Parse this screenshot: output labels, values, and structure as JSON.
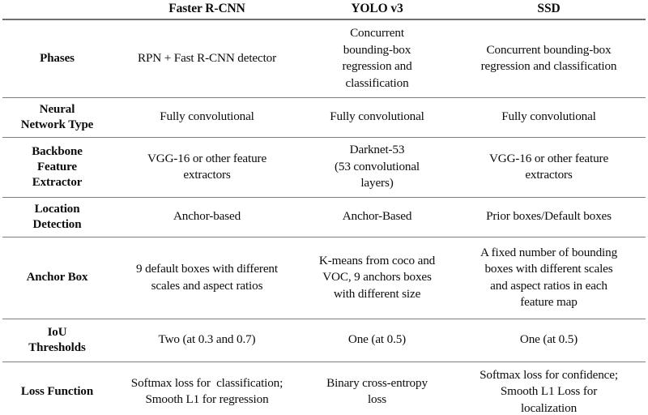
{
  "table": {
    "columns": [
      {
        "key": "label",
        "header": ""
      },
      {
        "key": "frcnn",
        "header": "Faster R-CNN"
      },
      {
        "key": "yolo",
        "header": "YOLO v3"
      },
      {
        "key": "ssd",
        "header": "SSD"
      }
    ],
    "rows": [
      {
        "id": "phases",
        "label": "Phases",
        "frcnn": [
          "RPN + Fast R-CNN detector"
        ],
        "yolo": [
          "Concurrent",
          "bounding-box",
          "regression and",
          "classification"
        ],
        "ssd": [
          "Concurrent bounding-box",
          "regression and classification"
        ]
      },
      {
        "id": "nn-type",
        "label": "Neural\nNetwork Type",
        "label_lines": [
          "Neural",
          "Network Type"
        ],
        "frcnn": [
          "Fully convolutional"
        ],
        "yolo": [
          "Fully convolutional"
        ],
        "ssd": [
          "Fully convolutional"
        ]
      },
      {
        "id": "backbone",
        "label": "Backbone\nFeature\nExtractor",
        "label_lines": [
          "Backbone",
          "Feature",
          "Extractor"
        ],
        "frcnn": [
          "VGG-16 or other feature",
          "extractors"
        ],
        "yolo": [
          "Darknet-53",
          "(53 convolutional",
          "layers)"
        ],
        "ssd": [
          "VGG-16 or other feature",
          "extractors"
        ]
      },
      {
        "id": "location",
        "label": "Location\nDetection",
        "label_lines": [
          "Location",
          "Detection"
        ],
        "frcnn": [
          "Anchor-based"
        ],
        "yolo": [
          "Anchor-Based"
        ],
        "ssd": [
          "Prior boxes/Default boxes"
        ]
      },
      {
        "id": "anchor-box",
        "label": "Anchor Box",
        "label_lines": [
          "Anchor Box"
        ],
        "frcnn": [
          "9 default boxes with different",
          "scales and aspect ratios"
        ],
        "yolo": [
          "K-means from coco and",
          "VOC, 9 anchors boxes",
          "with different size"
        ],
        "ssd": [
          "A fixed number of bounding",
          "boxes with different scales",
          "and aspect ratios in each",
          "feature map"
        ]
      },
      {
        "id": "iou",
        "label": "IoU\nThresholds",
        "label_lines": [
          "IoU",
          "Thresholds"
        ],
        "frcnn": [
          "Two (at 0.3 and 0.7)"
        ],
        "yolo": [
          "One (at 0.5)"
        ],
        "ssd": [
          "One (at 0.5)"
        ]
      },
      {
        "id": "loss",
        "label": "Loss Function",
        "label_lines": [
          "Loss Function"
        ],
        "frcnn": [
          "Softmax loss for  classification;",
          "Smooth L1 for regression"
        ],
        "yolo": [
          "Binary cross-entropy",
          "loss"
        ],
        "ssd": [
          "Softmax loss for confidence;",
          "Smooth L1 Loss for",
          "localization"
        ]
      }
    ]
  },
  "style": {
    "rule_color": "#7d7d7d",
    "header_rule_color": "#6f6f6f",
    "text_color": "#0c0c0c",
    "background": "#ffffff"
  }
}
